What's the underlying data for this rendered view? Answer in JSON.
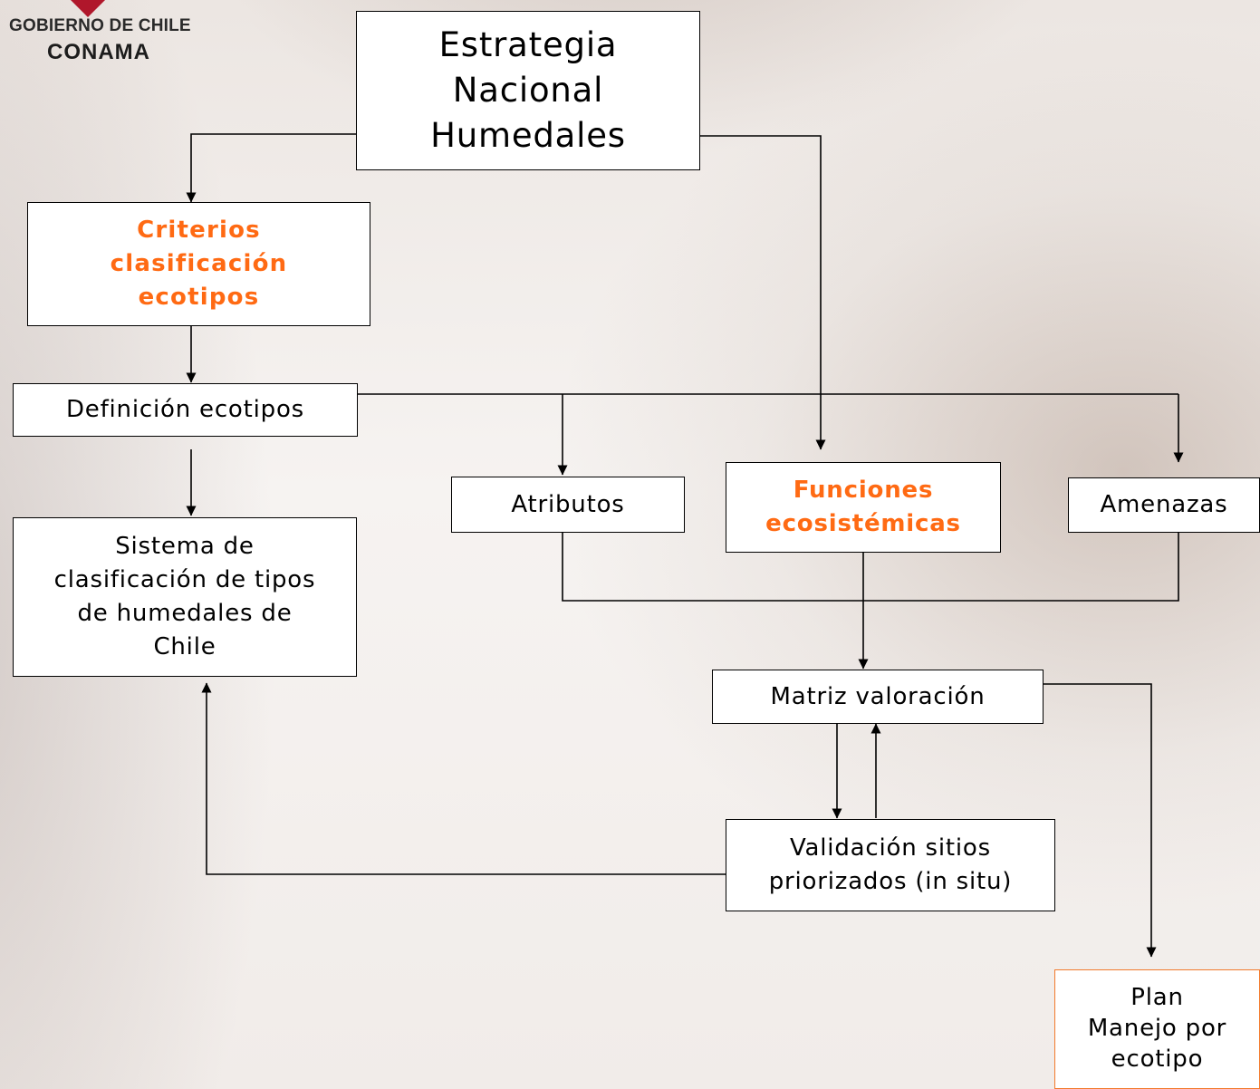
{
  "logo": {
    "line1": "GOBIERNO DE CHILE",
    "line2": "CONAMA"
  },
  "nodes": {
    "estrategia": "Estrategia\nNacional\nHumedales",
    "criterios": "Criterios\nclasificación\necotipos",
    "definicion": "Definición ecotipos",
    "sistema": "Sistema de\nclasificación de tipos\nde humedales de\nChile",
    "atributos": "Atributos",
    "funciones": "Funciones\necosistémicas",
    "amenazas": "Amenazas",
    "matriz": "Matriz valoración",
    "validacion": "Validación sitios\npriorizados (in situ)",
    "plan": "Plan\nManejo por\necotipo"
  },
  "colors": {
    "highlight_text": "#ff6a13",
    "plan_border": "#f27a2c",
    "logo_mark": "#b0172b"
  }
}
